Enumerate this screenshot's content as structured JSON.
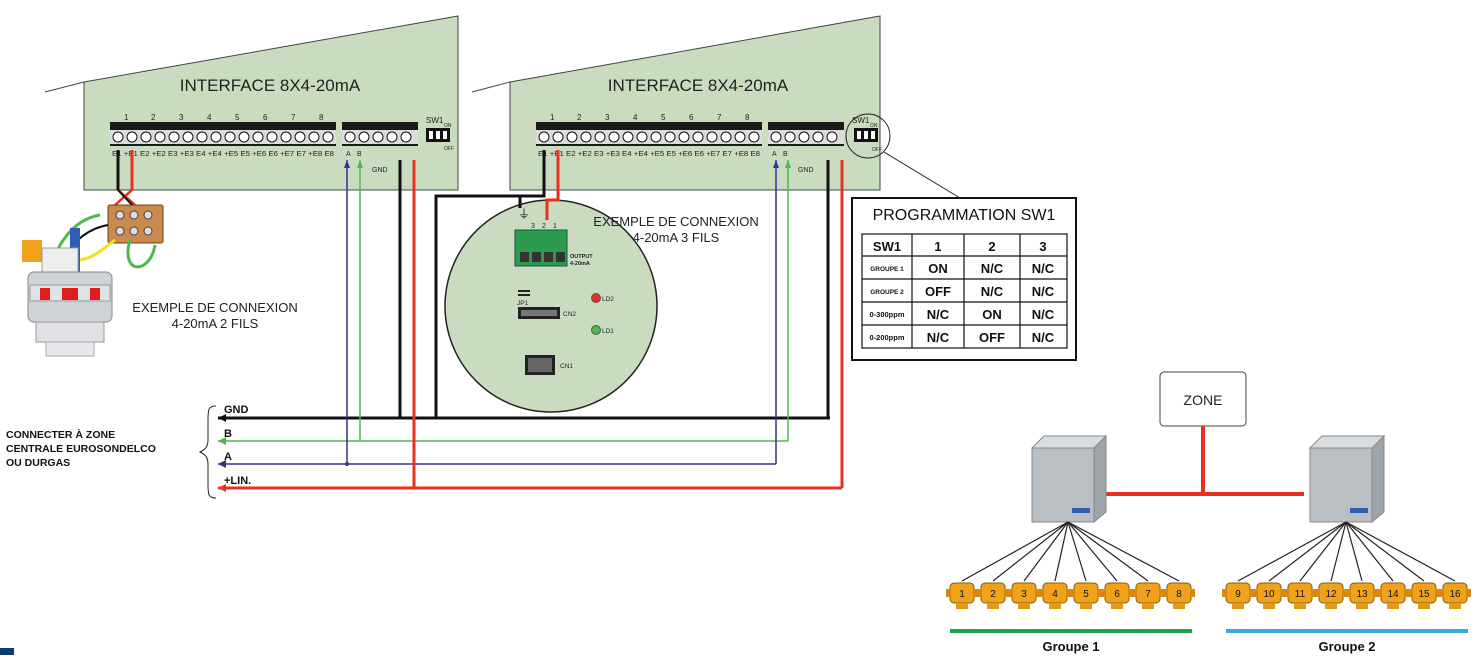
{
  "interface_left": {
    "title": "INTERFACE 8X4-20mA",
    "channel_numbers": [
      "1",
      "2",
      "3",
      "4",
      "5",
      "6",
      "7",
      "8"
    ],
    "terminal_labels": "E1 +E1 E2 +E2 E3 +E3  E4 +E4 +E5 E5  +E6 E6 +E7  E7 +E8 E8",
    "bus_labels": [
      "A",
      "B",
      "GND"
    ],
    "switch_label": "SW1",
    "switch_on": "ON",
    "switch_off": "OFF"
  },
  "interface_right": {
    "title": "INTERFACE 8X4-20mA",
    "channel_numbers": [
      "1",
      "2",
      "3",
      "4",
      "5",
      "6",
      "7",
      "8"
    ],
    "terminal_labels": "E1 +E1 E2 +E2 E3 +E3  E4 +E4 +E5 E5  +E6 E6 +E7  E7 +E8 E8",
    "bus_labels": [
      "A",
      "B",
      "GND"
    ],
    "switch_label": "SW1",
    "switch_on": "ON",
    "switch_off": "OFF"
  },
  "example_2wire": {
    "line1": "EXEMPLE DE CONNEXION",
    "line2": "4-20mA 2 FILS"
  },
  "example_3wire": {
    "line1": "EXEMPLE DE CONNEXION",
    "line2": "4-20mA 3 FILS"
  },
  "sensor_board": {
    "output_label_1": "OUTPUT",
    "output_label_2": "4-20mA",
    "pins": [
      "3",
      "2",
      "1"
    ],
    "jp1": "JP1",
    "ld2": "LD2",
    "ld1": "LD1",
    "cn2": "CN2",
    "cn1": "CN1"
  },
  "programming_table": {
    "title": "PROGRAMMATION SW1",
    "headers": [
      "SW1",
      "1",
      "2",
      "3"
    ],
    "rows": [
      [
        "GROUPE 1",
        "ON",
        "N/C",
        "N/C"
      ],
      [
        "GROUPE 2",
        "OFF",
        "N/C",
        "N/C"
      ],
      [
        "0-300ppm",
        "N/C",
        "ON",
        "N/C"
      ],
      [
        "0-200ppm",
        "N/C",
        "OFF",
        "N/C"
      ]
    ]
  },
  "bus": {
    "connect_text": [
      "CONNECTER À ZONE",
      "CENTRALE EUROSONDELCO",
      "OU DURGAS"
    ],
    "lines": [
      "GND",
      "B",
      "A",
      "+LIN."
    ]
  },
  "zone": {
    "label": "ZONE"
  },
  "groups": [
    {
      "name": "Groupe 1",
      "detectors": [
        "1",
        "2",
        "3",
        "4",
        "5",
        "6",
        "7",
        "8"
      ]
    },
    {
      "name": "Groupe 2",
      "detectors": [
        "9",
        "10",
        "11",
        "12",
        "13",
        "14",
        "15",
        "16"
      ]
    }
  ],
  "colors": {
    "board": "#c9dcc0",
    "wire_red": "#e8311f",
    "wire_green": "#4fb84a",
    "wire_blue": "#3b2e8a",
    "wire_black": "#111111",
    "group1_line": "#1aa24a",
    "group2_line": "#3aa9e0",
    "detector": "#f2a21a"
  }
}
